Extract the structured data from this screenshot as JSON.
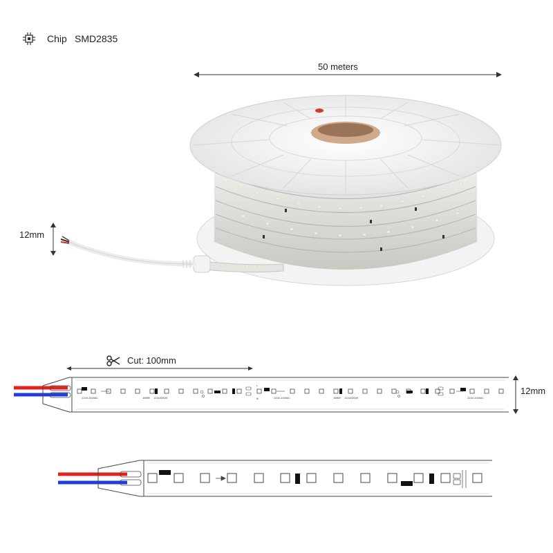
{
  "chip": {
    "icon": "chip-icon",
    "label": "Chip",
    "value": "SMD2835"
  },
  "length": {
    "label": "50 meters"
  },
  "photo": {
    "width_label": "12mm"
  },
  "strip_diagram": {
    "cut_icon": "scissors-icon",
    "cut_label": "Cut: 100mm",
    "width_label": "12mm",
    "printed": {
      "voltage": "220V-240VAC",
      "mm": "16MM",
      "leds_per_m": "120LEDS/M",
      "voltage_2": "220V-240VAC",
      "mm_2": "16MM",
      "leds_per_m_2": "120LEDS/M",
      "voltage_3": "220V-240VAC",
      "l": "L",
      "n": "N"
    }
  },
  "colors": {
    "wire_red": "#e0211d",
    "wire_blue": "#1f3fd6",
    "reel": "#f4f4f4",
    "strip_outline": "#444444"
  }
}
